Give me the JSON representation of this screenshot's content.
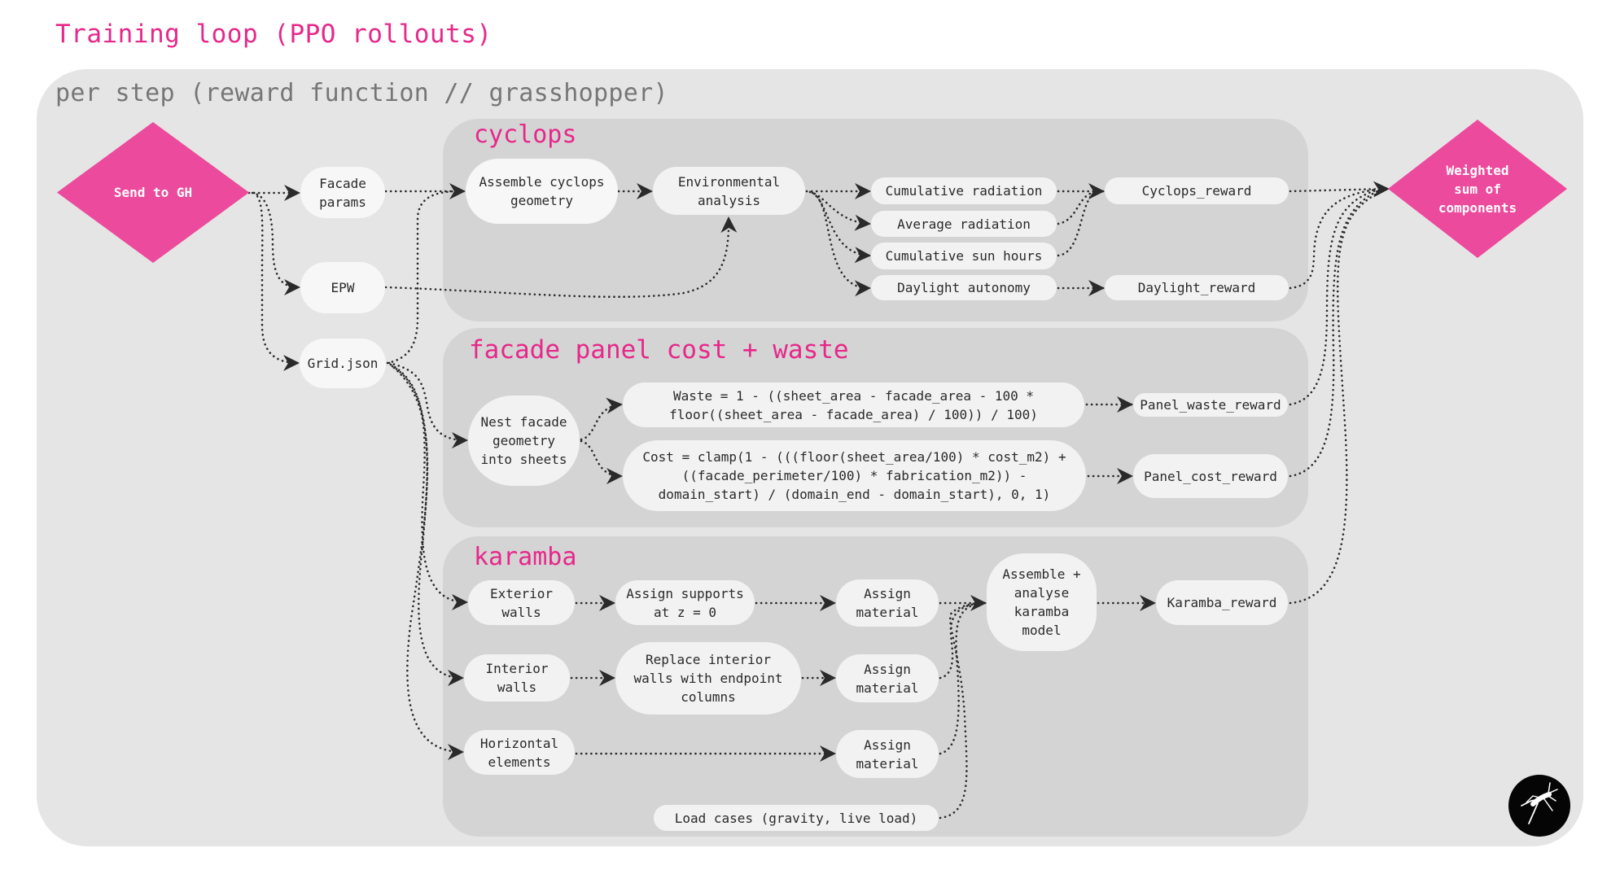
{
  "title": "Training loop (PPO rollouts)",
  "outer_label": "per step (reward function // grasshopper)",
  "colors": {
    "accent_pink": "#EC4A9C",
    "title_pink": "#E6288A",
    "outer_bg": "#E5E5E5",
    "panel_bg": "#D4D4D4",
    "node_bg": "#F2F2F2",
    "connector": "#2A2A2A"
  },
  "start": {
    "label": "Send to GH",
    "shape": "diamond"
  },
  "end": {
    "label": "Weighted\nsum of\ncomponents",
    "shape": "diamond"
  },
  "inputs": [
    {
      "id": "facade_params",
      "label": "Facade\nparams"
    },
    {
      "id": "epw",
      "label": "EPW"
    },
    {
      "id": "grid_json",
      "label": "Grid.json"
    }
  ],
  "groups": {
    "cyclops": {
      "title": "cyclops",
      "nodes": {
        "assemble": "Assemble cyclops\ngeometry",
        "env_analysis": "Environmental\nanalysis",
        "cum_radiation": "Cumulative radiation",
        "avg_radiation": "Average radiation",
        "cum_sun_hours": "Cumulative sun hours",
        "daylight_autonomy": "Daylight autonomy",
        "cyclops_reward": "Cyclops_reward",
        "daylight_reward": "Daylight_reward"
      }
    },
    "facade": {
      "title": "facade panel cost + waste",
      "nodes": {
        "nest": "Nest facade\ngeometry\ninto sheets",
        "waste_formula": "Waste = 1 - ((sheet_area - facade_area - 100 *\nfloor((sheet_area - facade_area) / 100)) / 100)",
        "cost_formula": "Cost = clamp(1 - (((floor(sheet_area/100) * cost_m2) +\n((facade_perimeter/100) * fabrication_m2)) -\ndomain_start) / (domain_end - domain_start), 0, 1)",
        "panel_waste_reward": "Panel_waste_reward",
        "panel_cost_reward": "Panel_cost_reward"
      }
    },
    "karamba": {
      "title": "karamba",
      "nodes": {
        "exterior_walls": "Exterior\nwalls",
        "assign_supports": "Assign supports\nat z = 0",
        "interior_walls": "Interior\nwalls",
        "replace_interior": "Replace interior\nwalls with endpoint\ncolumns",
        "horizontal": "Horizontal\nelements",
        "assign_material_1": "Assign\nmaterial",
        "assign_material_2": "Assign\nmaterial",
        "assign_material_3": "Assign\nmaterial",
        "load_cases": "Load cases (gravity, live load)",
        "assemble_analyse": "Assemble +\nanalyse\nkaramba\nmodel",
        "karamba_reward": "Karamba_reward"
      }
    }
  },
  "edges": [
    [
      "start",
      "facade_params"
    ],
    [
      "start",
      "epw"
    ],
    [
      "start",
      "grid_json"
    ],
    [
      "facade_params",
      "assemble"
    ],
    [
      "grid_json",
      "assemble"
    ],
    [
      "epw",
      "env_analysis"
    ],
    [
      "assemble",
      "env_analysis"
    ],
    [
      "env_analysis",
      "cum_radiation"
    ],
    [
      "env_analysis",
      "avg_radiation"
    ],
    [
      "env_analysis",
      "cum_sun_hours"
    ],
    [
      "env_analysis",
      "daylight_autonomy"
    ],
    [
      "cum_radiation",
      "cyclops_reward"
    ],
    [
      "avg_radiation",
      "cyclops_reward"
    ],
    [
      "cum_sun_hours",
      "cyclops_reward"
    ],
    [
      "daylight_autonomy",
      "daylight_reward"
    ],
    [
      "grid_json",
      "nest"
    ],
    [
      "nest",
      "waste_formula"
    ],
    [
      "nest",
      "cost_formula"
    ],
    [
      "waste_formula",
      "panel_waste_reward"
    ],
    [
      "cost_formula",
      "panel_cost_reward"
    ],
    [
      "grid_json",
      "exterior_walls"
    ],
    [
      "grid_json",
      "interior_walls"
    ],
    [
      "grid_json",
      "horizontal"
    ],
    [
      "exterior_walls",
      "assign_supports"
    ],
    [
      "assign_supports",
      "assign_material_1"
    ],
    [
      "interior_walls",
      "replace_interior"
    ],
    [
      "replace_interior",
      "assign_material_2"
    ],
    [
      "horizontal",
      "assign_material_3"
    ],
    [
      "assign_material_1",
      "assemble_analyse"
    ],
    [
      "assign_material_2",
      "assemble_analyse"
    ],
    [
      "assign_material_3",
      "assemble_analyse"
    ],
    [
      "load_cases",
      "assemble_analyse"
    ],
    [
      "assemble_analyse",
      "karamba_reward"
    ],
    [
      "cyclops_reward",
      "end"
    ],
    [
      "daylight_reward",
      "end"
    ],
    [
      "panel_waste_reward",
      "end"
    ],
    [
      "panel_cost_reward",
      "end"
    ],
    [
      "karamba_reward",
      "end"
    ]
  ],
  "logo": {
    "icon": "grasshopper-icon"
  }
}
